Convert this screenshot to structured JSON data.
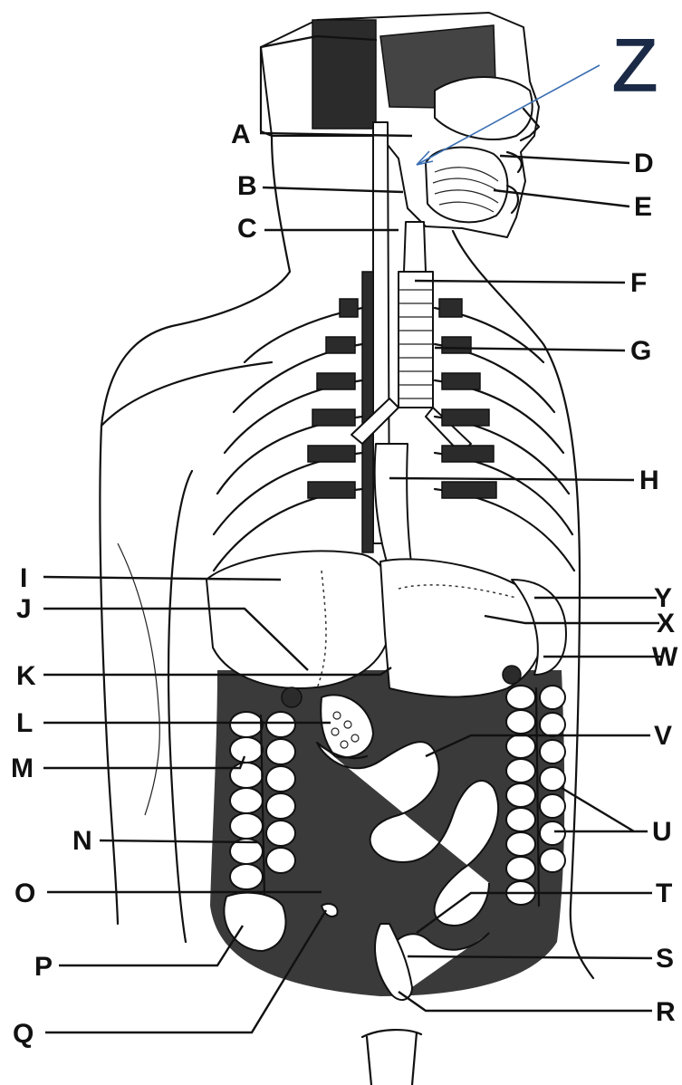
{
  "labels": {
    "A": "A",
    "B": "B",
    "C": "C",
    "D": "D",
    "E": "E",
    "F": "F",
    "G": "G",
    "H": "H",
    "I": "I",
    "J": "J",
    "K": "K",
    "L": "L",
    "M": "M",
    "N": "N",
    "O": "O",
    "P": "P",
    "Q": "Q",
    "R": "R",
    "S": "S",
    "T": "T",
    "U": "U",
    "V": "V",
    "W": "W",
    "X": "X",
    "Y": "Y",
    "Z": "Z"
  },
  "colors": {
    "ink": "#111111",
    "z_label": "#1b2a46",
    "z_arrow": "#3b6fb3",
    "background": "#ffffff"
  }
}
